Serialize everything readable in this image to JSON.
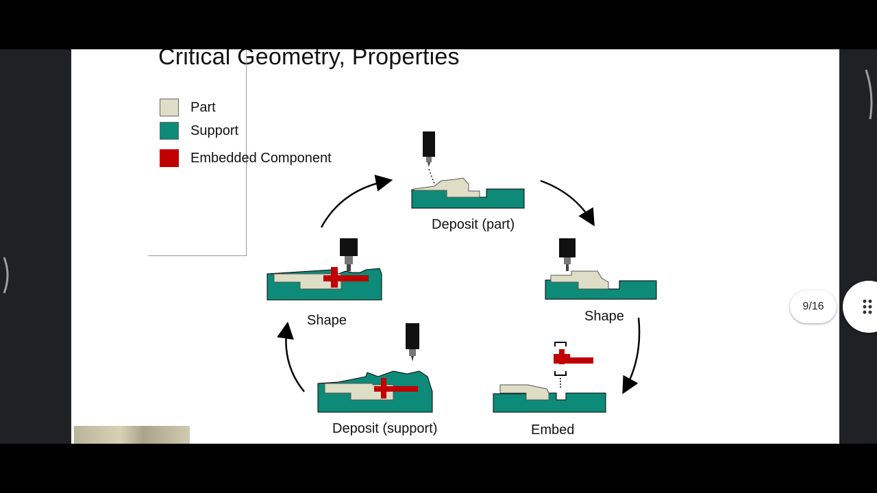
{
  "slide": {
    "title": "Critical Geometry, Properties",
    "legend": [
      {
        "label": "Part",
        "color": "#deddc6"
      },
      {
        "label": "Support",
        "color": "#0e8a78"
      },
      {
        "label": "Embedded Component",
        "color": "#c00000"
      }
    ],
    "stages": {
      "deposit_part": "Deposit (part)",
      "shape_right": "Shape",
      "embed": "Embed",
      "deposit_support": "Deposit (support)",
      "shape_left": "Shape"
    }
  },
  "viewer": {
    "page_indicator": "9/16"
  },
  "icons": {
    "menu": "grid-dots-icon",
    "left_handle": "left-arc-handle-icon",
    "right_handle": "right-arc-handle-icon"
  },
  "colors": {
    "part": "#deddc6",
    "support": "#0e8a78",
    "embedded": "#c00000",
    "tool": "#111111"
  }
}
